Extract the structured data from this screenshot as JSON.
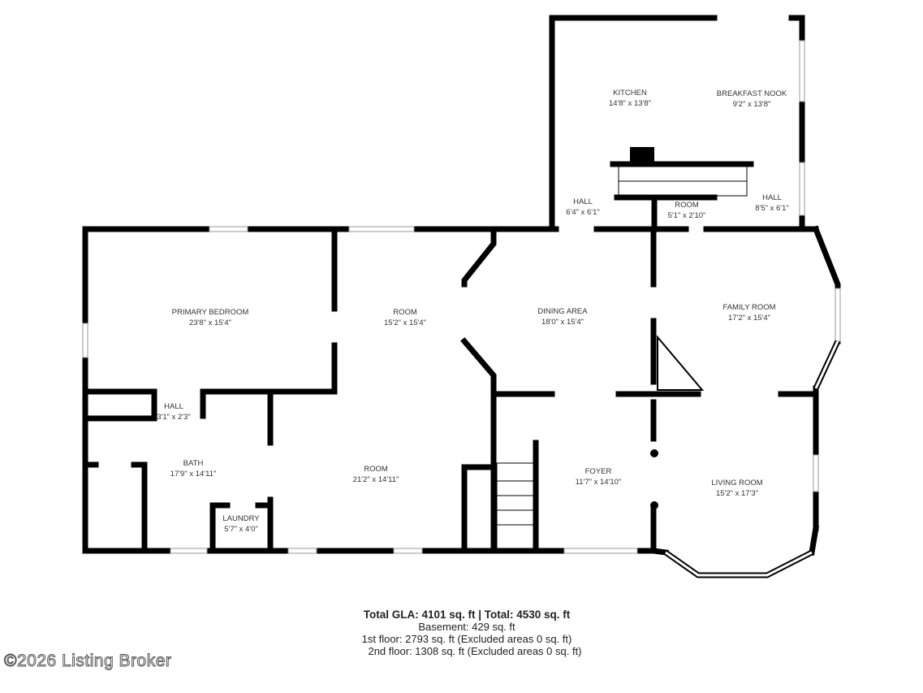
{
  "rooms": [
    {
      "name": "KITCHEN",
      "size": "14'8\" x 13'8\""
    },
    {
      "name": "BREAKFAST NOOK",
      "size": "9'2\" x 13'8\""
    },
    {
      "name": "HALL",
      "size": "6'4\" x 6'1\""
    },
    {
      "name": "ROOM",
      "size": "5'1\" x 2'10\""
    },
    {
      "name": "HALL",
      "size": "8'5\" x 6'1\""
    },
    {
      "name": "PRIMARY BEDROOM",
      "size": "23'8\" x 15'4\""
    },
    {
      "name": "ROOM",
      "size": "15'2\" x 15'4\""
    },
    {
      "name": "DINING AREA",
      "size": "18'0\" x 15'4\""
    },
    {
      "name": "FAMILY ROOM",
      "size": "17'2\" x 15'4\""
    },
    {
      "name": "HALL",
      "size": "3'1\" x 2'3\""
    },
    {
      "name": "BATH",
      "size": "17'9\" x 14'11\""
    },
    {
      "name": "ROOM",
      "size": "21'2\" x 14'11\""
    },
    {
      "name": "FOYER",
      "size": "11'7\" x 14'10\""
    },
    {
      "name": "LIVING ROOM",
      "size": "15'2\" x 17'3\""
    },
    {
      "name": "LAUNDRY",
      "size": "5'7\" x 4'0\""
    }
  ],
  "summary": {
    "total": "Total GLA: 4101 sq. ft | Total: 4530 sq. ft",
    "basement": "Basement: 429 sq. ft",
    "first_floor": "1st floor: 2793 sq. ft (Excluded areas 0 sq. ft)",
    "second_floor": "2nd floor: 1308 sq. ft (Excluded areas 0 sq. ft)"
  },
  "watermark": "©2026 Listing Broker"
}
